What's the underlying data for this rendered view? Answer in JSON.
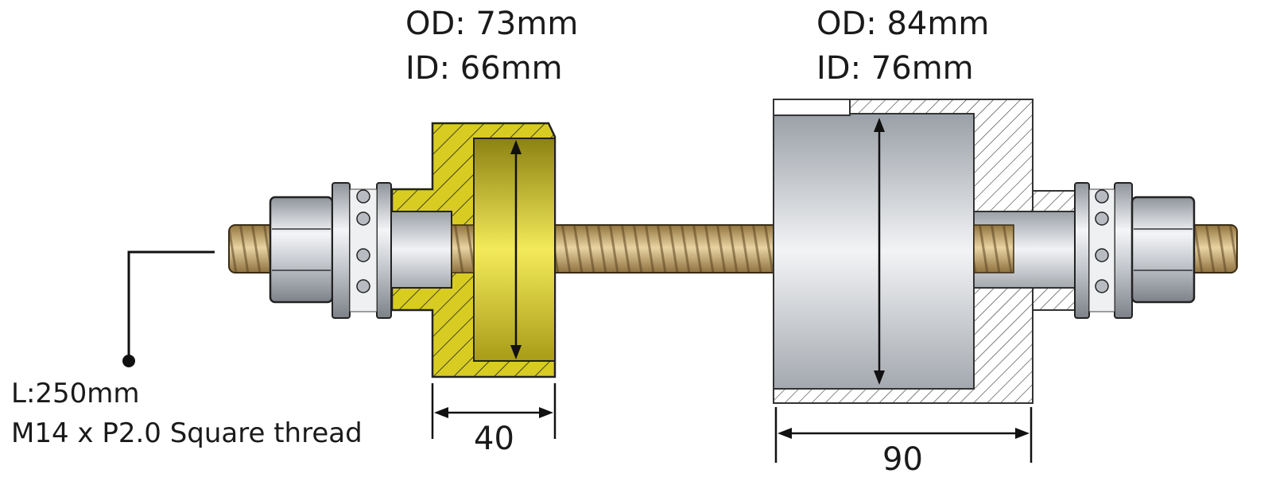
{
  "small_sleeve": {
    "od_text": "OD: 73mm",
    "id_text": "ID: 66mm",
    "width_text": "40",
    "color": "#d4c81c"
  },
  "large_sleeve": {
    "od_text": "OD: 84mm",
    "id_text": "ID: 76mm",
    "width_text": "90",
    "color": "#cfd3d8"
  },
  "threaded_rod": {
    "length_text": "L:250mm",
    "thread_text": "M14 x P2.0 Square thread",
    "color": "#c9a86a"
  }
}
